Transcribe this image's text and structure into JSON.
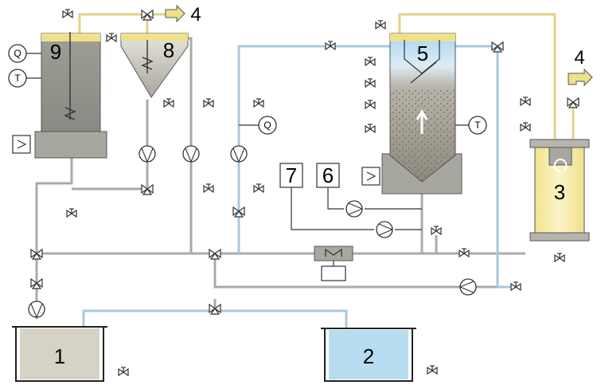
{
  "units": {
    "u1": "1",
    "u2": "2",
    "u3": "3",
    "u5": "5",
    "u6": "6",
    "u7": "7",
    "u8": "8",
    "u9": "9"
  },
  "outputs": {
    "top": "4",
    "right": "4"
  },
  "instruments": {
    "q_tank9": "Q",
    "t_tank9": "T",
    "t_reactor5": "T",
    "q_feed": "Q"
  },
  "colors": {
    "grey_pipe": "#a9aca6",
    "blue_pipe": "#a8c8e0",
    "yellow_pipe": "#e0d28a",
    "liquid_yellow": "#f0e08a",
    "liquid_blue": "#b8dcef",
    "tank_grey": "#a7a7a0",
    "sludge_beige": "#d6d3c6"
  }
}
